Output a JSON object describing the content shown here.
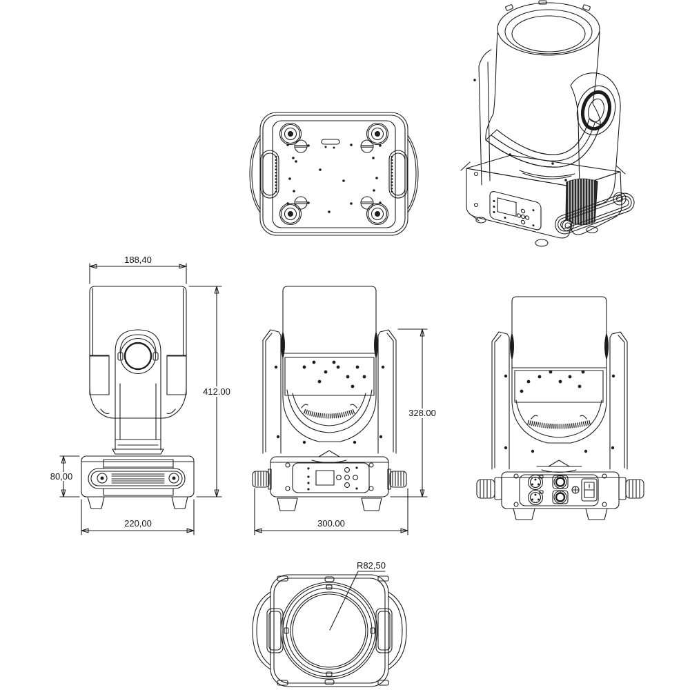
{
  "drawing": {
    "colors": {
      "line": "#1c1c1c",
      "background": "#ffffff"
    },
    "dimensions": {
      "head_width": "188,40",
      "total_height": "412.00",
      "base_height": "80,00",
      "base_depth": "220,00",
      "body_height": "328.00",
      "base_width": "300.00",
      "lens_radius": "R82,50"
    }
  }
}
